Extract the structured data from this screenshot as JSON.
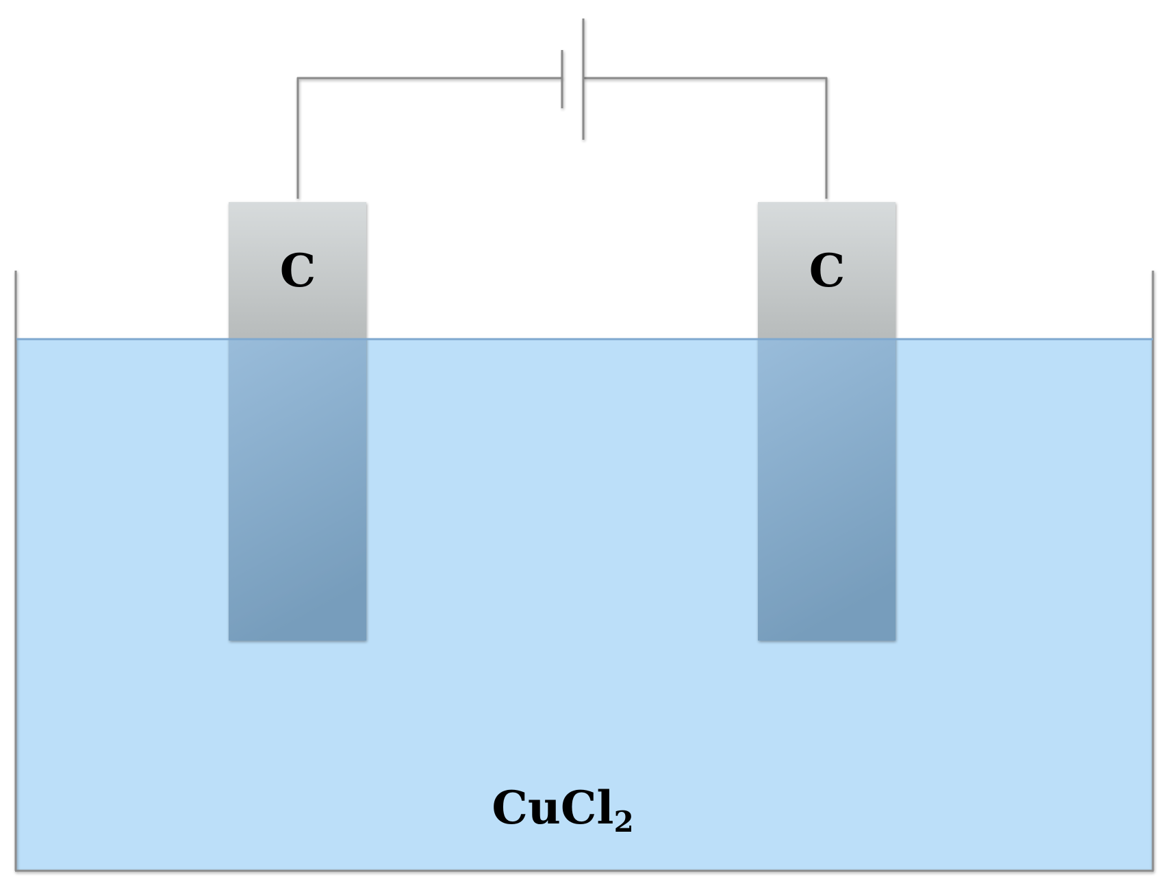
{
  "electrodes": {
    "left_label": "C",
    "right_label": "C"
  },
  "electrolyte": {
    "formula_main": "CuCl",
    "formula_subscript": "2"
  },
  "colors": {
    "wire": "#8a8a8a",
    "container_wall": "#8c8c8c",
    "solution_fill": "#bcdff9",
    "solution_surface": "#7fa8cf",
    "electrode_top": "#d6dadb",
    "electrode_mid": "#b9bdbd",
    "electrode_submerged_top": "#97bad8",
    "electrode_submerged_bottom": "#789fbe"
  }
}
